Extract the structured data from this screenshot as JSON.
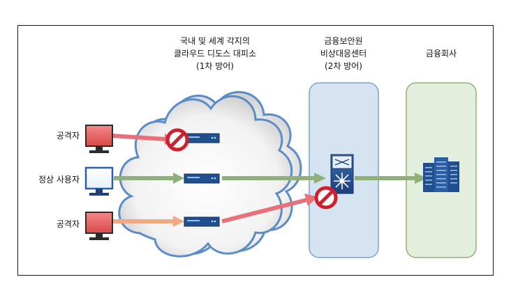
{
  "cloud_header": {
    "line1": "국내 및 세계 각지의",
    "line2": "클라우드 디도스 대피소",
    "line3": "(1차 방어)"
  },
  "center_header": {
    "line1": "금융보안원",
    "line2": "비상대응센터",
    "line3": "(2차 방어)"
  },
  "bank_header": {
    "line1": "금융회사"
  },
  "actors": {
    "attacker_top": "공격자",
    "normal_user": "정상 사용자",
    "attacker_bottom": "공격자"
  },
  "colors": {
    "attacker": "#e65c5c",
    "normal_user": "#4a86c8",
    "attack_arrow": "#e8707a",
    "attack_arrow_bottom": "#f2a880",
    "normal_arrow": "#8fb07a",
    "center_box": "#d6e4f2",
    "bank_box": "#e2efdc",
    "block_icon": "#d01e2a"
  },
  "icons": [
    "monitor-icon",
    "server-icon",
    "block-icon",
    "network-switch-icon",
    "server-rack-icon",
    "cloud-icon"
  ]
}
